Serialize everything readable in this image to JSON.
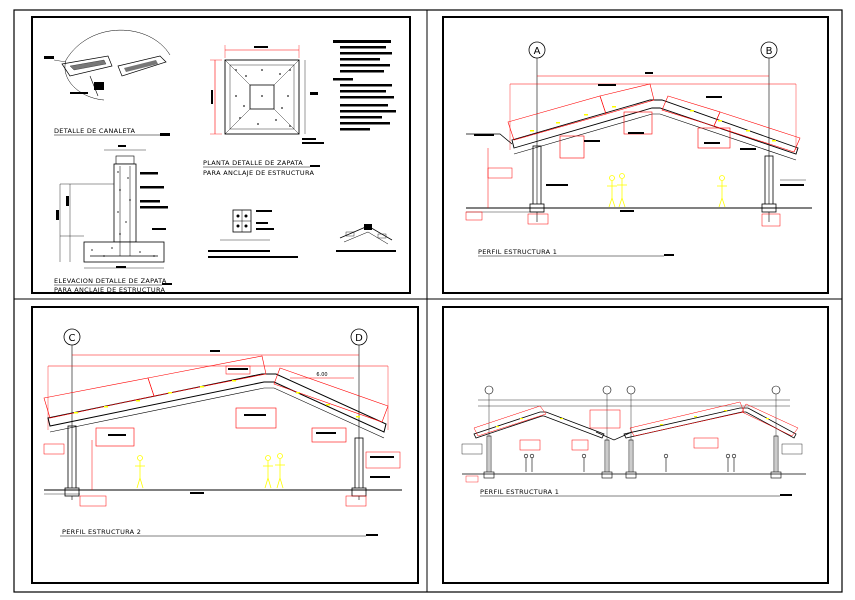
{
  "panel_tl": {
    "detail_gutter": "DETALLE DE CANALETA",
    "plan_footing_line1": "PLANTA  DETALLE DE ZAPATA",
    "plan_footing_line2": "PARA ANCLAJE DE ESTRUCTURA",
    "elev_footing_line1": "ELEVACION  DETALLE DE ZAPATA",
    "elev_footing_line2": "PARA ANCLAJE DE ESTRUCTURA"
  },
  "panel_tr": {
    "grid_a": "A",
    "grid_b": "B",
    "title": "PERFIL ESTRUCTURA 1"
  },
  "panel_bl": {
    "grid_c": "C",
    "grid_d": "D",
    "dimension": "6.00",
    "title": "PERFIL ESTRUCTURA 2"
  },
  "panel_br": {
    "title": "PERFIL ESTRUCTURA 1"
  },
  "colors": {
    "line": "#000000",
    "dimension": "#ff0000",
    "figure": "#ffff00",
    "hatch": "#555555"
  }
}
